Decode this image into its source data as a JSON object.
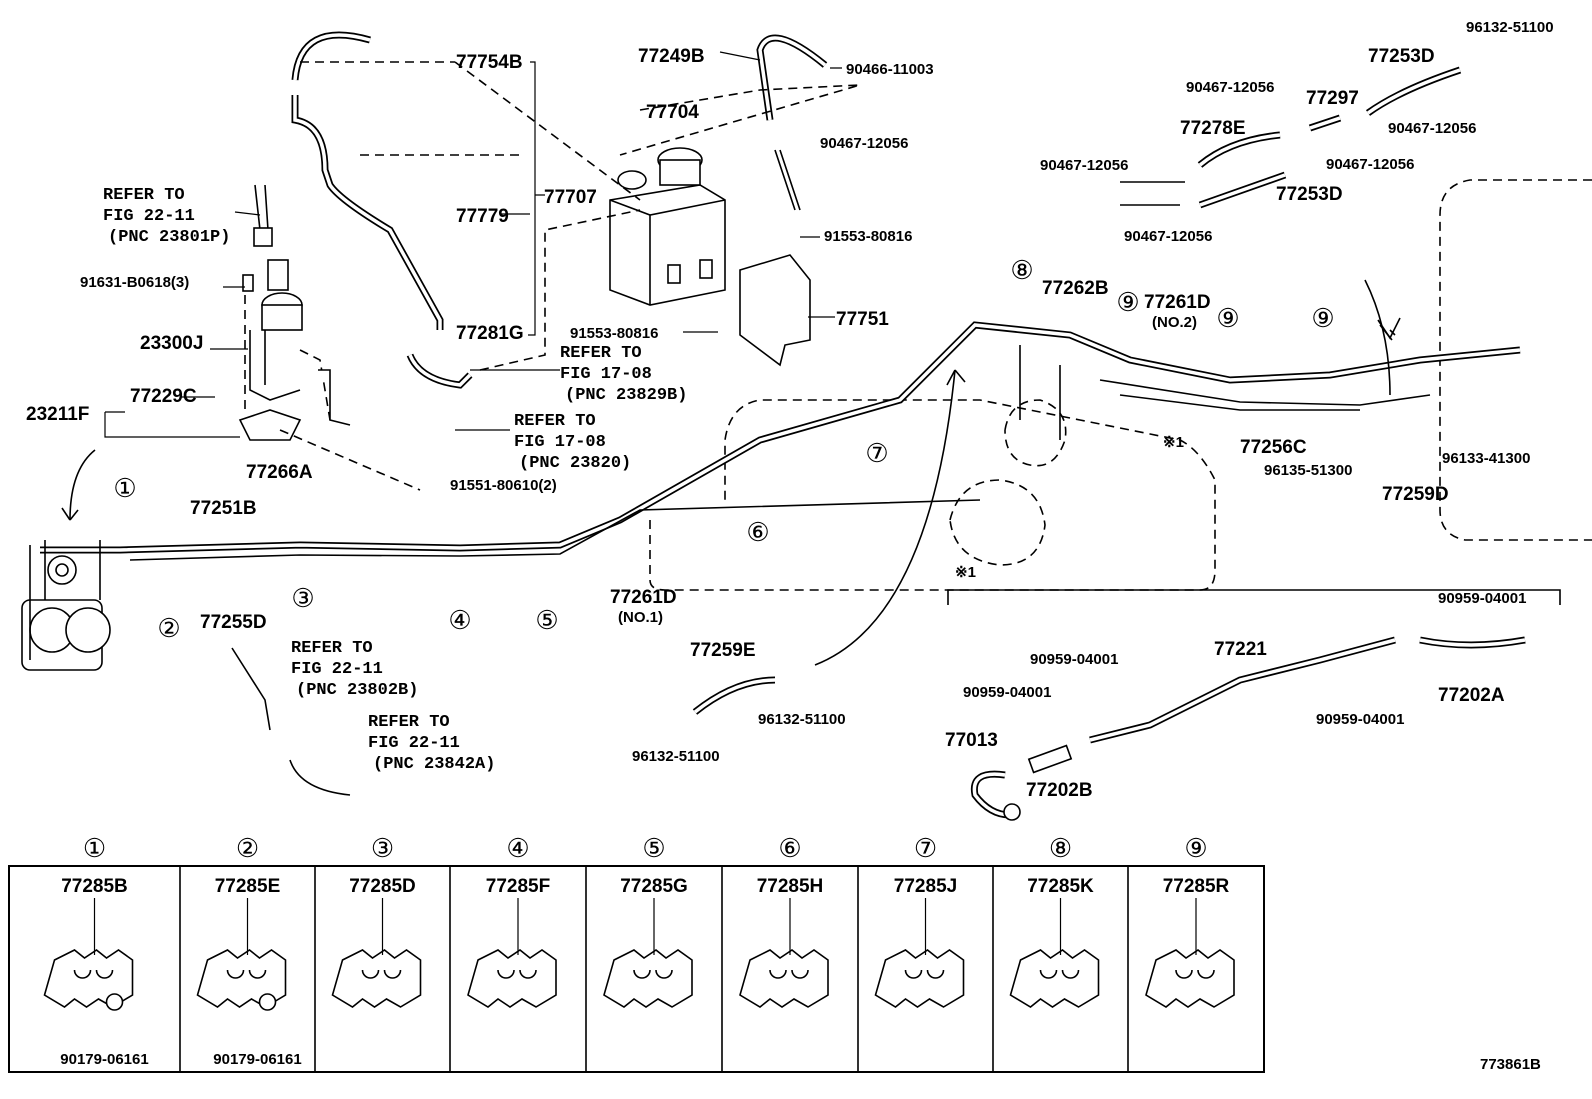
{
  "figure_id": "773861B",
  "labels": [
    {
      "text": "77754B"
    },
    {
      "text": "77249B"
    },
    {
      "text": "90466-11003"
    },
    {
      "text": "96132-51100"
    },
    {
      "text": "77253D"
    },
    {
      "text": "90467-12056"
    },
    {
      "text": "77297"
    },
    {
      "text": "77278E"
    },
    {
      "text": "90467-12056"
    },
    {
      "text": "77704"
    },
    {
      "text": "90467-12056"
    },
    {
      "text": "90467-12056"
    },
    {
      "text": "90467-12056"
    },
    {
      "text": "77253D"
    },
    {
      "text": "77707"
    },
    {
      "text": "77779"
    },
    {
      "text": "90467-12056"
    },
    {
      "text": "91553-80816"
    },
    {
      "text": "91631-B0618(3)"
    },
    {
      "text": "77262B"
    },
    {
      "text": "77261D"
    },
    {
      "text": "(NO.2)"
    },
    {
      "text": "77751"
    },
    {
      "text": "77281G"
    },
    {
      "text": "91553-80816"
    },
    {
      "text": "23300J"
    },
    {
      "text": "77229C"
    },
    {
      "text": "23211F"
    },
    {
      "text": "77256C"
    },
    {
      "text": "※1"
    },
    {
      "text": "96135-51300"
    },
    {
      "text": "96133-41300"
    },
    {
      "text": "77259D"
    },
    {
      "text": "77266A"
    },
    {
      "text": "91551-80610(2)"
    },
    {
      "text": "77251B"
    },
    {
      "text": "77255D"
    },
    {
      "text": "77261D"
    },
    {
      "text": "(NO.1)"
    },
    {
      "text": "※1"
    },
    {
      "text": "90959-04001"
    },
    {
      "text": "77259E"
    },
    {
      "text": "77221"
    },
    {
      "text": "90959-04001"
    },
    {
      "text": "90959-04001"
    },
    {
      "text": "77202A"
    },
    {
      "text": "96132-51100"
    },
    {
      "text": "90959-04001"
    },
    {
      "text": "77013"
    },
    {
      "text": "96132-51100"
    },
    {
      "text": "77202B"
    }
  ],
  "references": [
    {
      "line1": "REFER TO",
      "line2": "FIG 22-11",
      "line3": "(PNC 23801P)"
    },
    {
      "line1": "REFER TO",
      "line2": "FIG 17-08",
      "line3": "(PNC 23829B)"
    },
    {
      "line1": "REFER TO",
      "line2": "FIG 17-08",
      "line3": "(PNC 23820)"
    },
    {
      "line1": "REFER TO",
      "line2": "FIG 22-11",
      "line3": "(PNC 23802B)"
    },
    {
      "line1": "REFER TO",
      "line2": "FIG 22-11",
      "line3": "(PNC 23842A)"
    }
  ],
  "clamp_callouts": [
    "①",
    "②",
    "③",
    "④",
    "⑤",
    "⑥",
    "⑦",
    "⑧",
    "⑨",
    "⑨",
    "⑨"
  ],
  "clamp_table": [
    {
      "callout": "①",
      "part": "77285B",
      "nut": "90179-06161"
    },
    {
      "callout": "②",
      "part": "77285E",
      "nut": "90179-06161"
    },
    {
      "callout": "③",
      "part": "77285D"
    },
    {
      "callout": "④",
      "part": "77285F"
    },
    {
      "callout": "⑤",
      "part": "77285G"
    },
    {
      "callout": "⑥",
      "part": "77285H"
    },
    {
      "callout": "⑦",
      "part": "77285J"
    },
    {
      "callout": "⑧",
      "part": "77285K"
    },
    {
      "callout": "⑨",
      "part": "77285R"
    }
  ]
}
